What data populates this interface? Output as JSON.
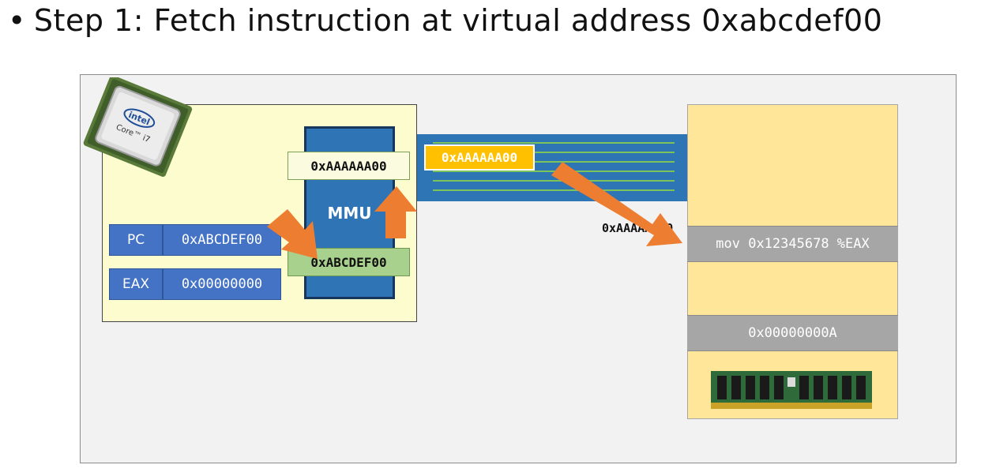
{
  "title": {
    "bullet": "•",
    "text": "Step 1: Fetch instruction at virtual address 0xabcdef00"
  },
  "cpu": {
    "chip_brand": "intel",
    "chip_model": "Core™ i7",
    "registers": [
      {
        "name": "PC",
        "value": "0xABCDEF00"
      },
      {
        "name": "EAX",
        "value": "0x00000000"
      }
    ],
    "mmu": {
      "label": "MMU",
      "physical_address": "0xAAAAAA00",
      "virtual_address": "0xABCDEF00"
    }
  },
  "bus": {
    "address": "0xAAAAAA00"
  },
  "memory": {
    "pointer_label": "0xAAAAAA00",
    "rows": [
      {
        "text": "mov 0x12345678 %EAX"
      },
      {
        "text": "0x00000000A"
      }
    ]
  },
  "colors": {
    "arrow": "#ed7d31",
    "mmu": "#2f74b5",
    "bus": "#2e75b6",
    "memory": "#ffe699"
  }
}
